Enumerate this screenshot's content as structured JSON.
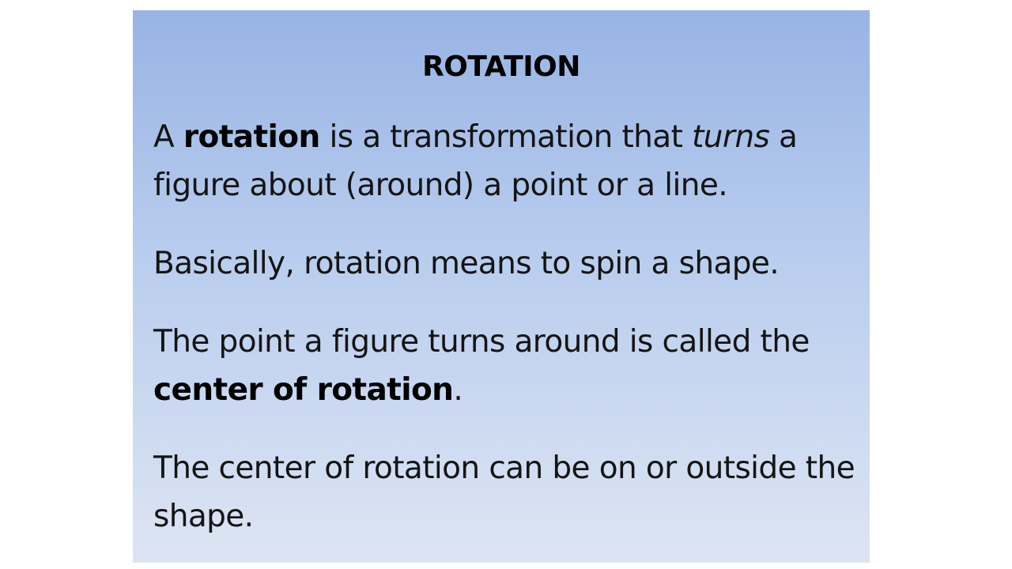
{
  "slide": {
    "title": "ROTATION",
    "paragraphs": {
      "p1": {
        "t1": "A ",
        "b1": "rotation",
        "t2": " is a transformation that ",
        "i1": "turns",
        "t3": " a figure about (around) a point or a line."
      },
      "p2": {
        "t1": "Basically, rotation means to spin a shape."
      },
      "p3": {
        "t1": "The point a figure turns around is called the ",
        "b1": "center of rotation",
        "t2": "."
      },
      "p4": {
        "t1": "The center of rotation can be on or outside the shape."
      }
    },
    "colors": {
      "gradient_top": "#98b4e4",
      "gradient_bottom": "#dde5f3",
      "text": "#000000"
    }
  }
}
